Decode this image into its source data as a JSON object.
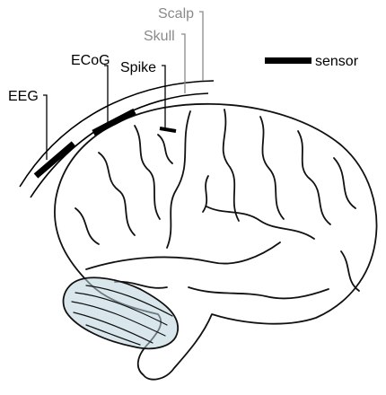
{
  "labels": {
    "scalp": "Scalp",
    "skull": "Skull",
    "ecog": "ECoG",
    "spike": "Spike",
    "eeg": "EEG"
  },
  "legend": {
    "sensor_label": "sensor"
  },
  "colors": {
    "line": "#000000",
    "muted_label": "#8a8a8a",
    "cerebellum_fill": "#b9d3dd"
  }
}
